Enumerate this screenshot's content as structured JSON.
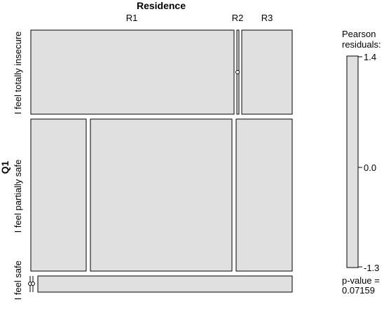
{
  "chart_data": {
    "type": "mosaic",
    "x_variable": "Residence",
    "y_variable": "Q1",
    "columns": [
      "R1",
      "R2",
      "R3"
    ],
    "rows": [
      "I feel totally insecure",
      "I feel partially safe",
      "I feel safe"
    ],
    "column_proportions": [
      0.777,
      0.017,
      0.206
    ],
    "row_proportions": [
      0.338,
      0.614,
      0.048
    ],
    "cell_share_within_row": [
      [
        0.778,
        0.012,
        0.21
      ],
      [
        0.212,
        0.556,
        0.232
      ],
      [
        0.005,
        0.005,
        0.99
      ]
    ],
    "legend": {
      "title_line1": "Pearson",
      "title_line2": "residuals:",
      "max_label": "1.4",
      "mid_label": "0.0",
      "min_label": "-1.3",
      "max": 1.4,
      "mid": 0.0,
      "min": -1.3,
      "pvalue_line1": "p-value =",
      "pvalue_line2": "0.07159",
      "p_value": 0.07159
    },
    "colors": {
      "cell_fill": "#e0e0e0",
      "cell_stroke": "#000000",
      "background": "#ffffff"
    }
  }
}
